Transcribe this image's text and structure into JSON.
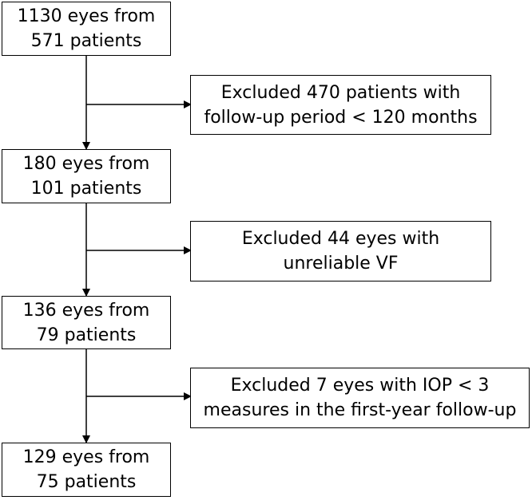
{
  "flow": {
    "steps": [
      {
        "line1": "1130 eyes from",
        "line2": "571 patients"
      },
      {
        "line1": "180 eyes from",
        "line2": "101 patients"
      },
      {
        "line1": "136 eyes from",
        "line2": "79 patients"
      },
      {
        "line1": "129 eyes from",
        "line2": "75 patients"
      }
    ],
    "exclusions": [
      {
        "line1": "Excluded 470 patients with",
        "line2": "follow-up period < 120 months"
      },
      {
        "line1": "Excluded 44 eyes with",
        "line2": "unreliable VF"
      },
      {
        "line1": "Excluded 7 eyes with IOP < 3",
        "line2": "measures in the first-year follow-up"
      }
    ]
  },
  "colors": {
    "line": "#000000",
    "box_border": "#000000",
    "background": "#ffffff"
  }
}
